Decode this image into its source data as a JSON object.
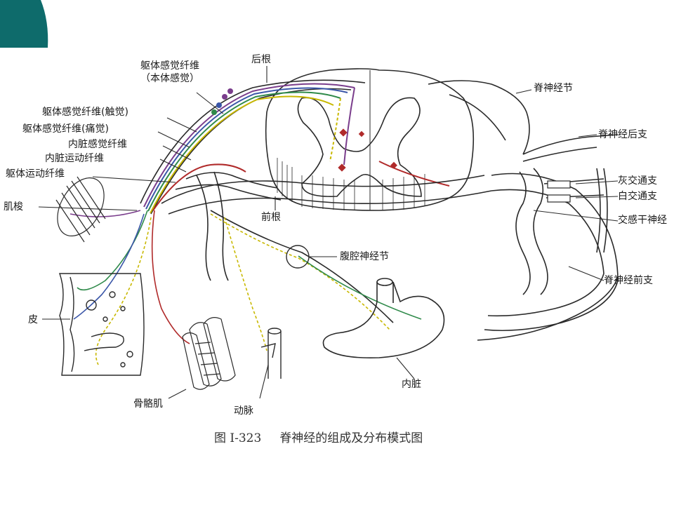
{
  "labels": {
    "somatic_sensory_proprio": "躯体感觉纤维",
    "somatic_sensory_proprio_sub": "（本体感觉）",
    "posterior_root": "后根",
    "spinal_ganglion": "脊神经节",
    "somatic_sensory_touch": "躯体感觉纤维(触觉)",
    "somatic_sensory_pain": "躯体感觉纤维(痛觉)",
    "visceral_sensory": "内脏感觉纤维",
    "visceral_motor": "内脏运动纤维",
    "somatic_motor": "躯体运动纤维",
    "posterior_branch": "脊神经后支",
    "gray_ramus": "灰交通支",
    "white_ramus": "白交通支",
    "muscle_spindle": "肌梭",
    "anterior_root": "前根",
    "sympathetic_trunk": "交感干神经",
    "celiac_ganglion": "腹腔神经节",
    "skin": "皮",
    "anterior_branch": "脊神经前支",
    "skeletal_muscle": "骨骼肌",
    "viscera": "内脏",
    "artery": "动脉"
  },
  "caption": {
    "figure_number": "图 Ⅰ-323",
    "title": "脊神经的组成及分布模式图"
  },
  "colors": {
    "teal_accent": "#0e6b6b",
    "fiber_purple": "#7a3d8c",
    "fiber_blue": "#3a56a8",
    "fiber_green": "#2f8a4a",
    "fiber_yellow": "#c8b800",
    "fiber_red": "#b02a2a",
    "line_ink": "#2a2a2a"
  }
}
